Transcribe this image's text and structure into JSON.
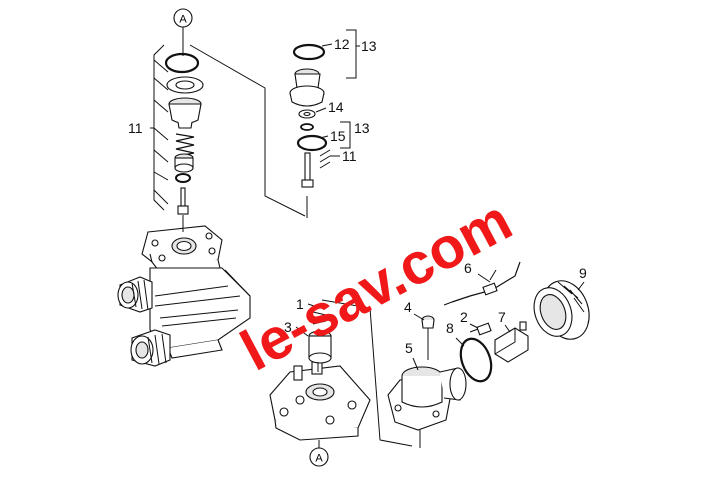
{
  "reference_markers": [
    "A",
    "A"
  ],
  "callouts": {
    "c12": "12",
    "c13a": "13",
    "c14": "14",
    "c15": "15",
    "c13b": "13",
    "c11a": "11",
    "c11b": "11",
    "c6": "6",
    "c9": "9",
    "c4": "4",
    "c2": "2",
    "c7": "7",
    "c8": "8",
    "c5": "5",
    "c1": "1",
    "c3": "3"
  },
  "watermark": "le-sav.com",
  "colors": {
    "line": "#111111",
    "watermark": "#f01818",
    "background": "#ffffff"
  }
}
